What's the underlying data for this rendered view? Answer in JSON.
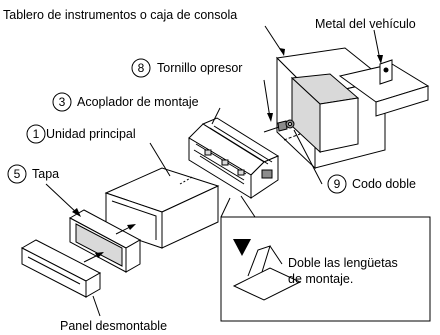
{
  "labels": {
    "dashboard": "Tablero de instrumentos o caja de consola",
    "metal": "Metal del vehículo",
    "screw": "Tornillo opresor",
    "sleeve": "Acoplador de montaje",
    "main_unit": "Unidad principal",
    "cover": "Tapa",
    "double_nut": "Codo doble",
    "bend_line1": "Doble las lengüetas",
    "bend_line2": "de montaje.",
    "panel": "Panel desmontable"
  },
  "numbers": {
    "screw": "8",
    "sleeve": "3",
    "main_unit": "1",
    "cover": "5",
    "double_nut": "9"
  }
}
